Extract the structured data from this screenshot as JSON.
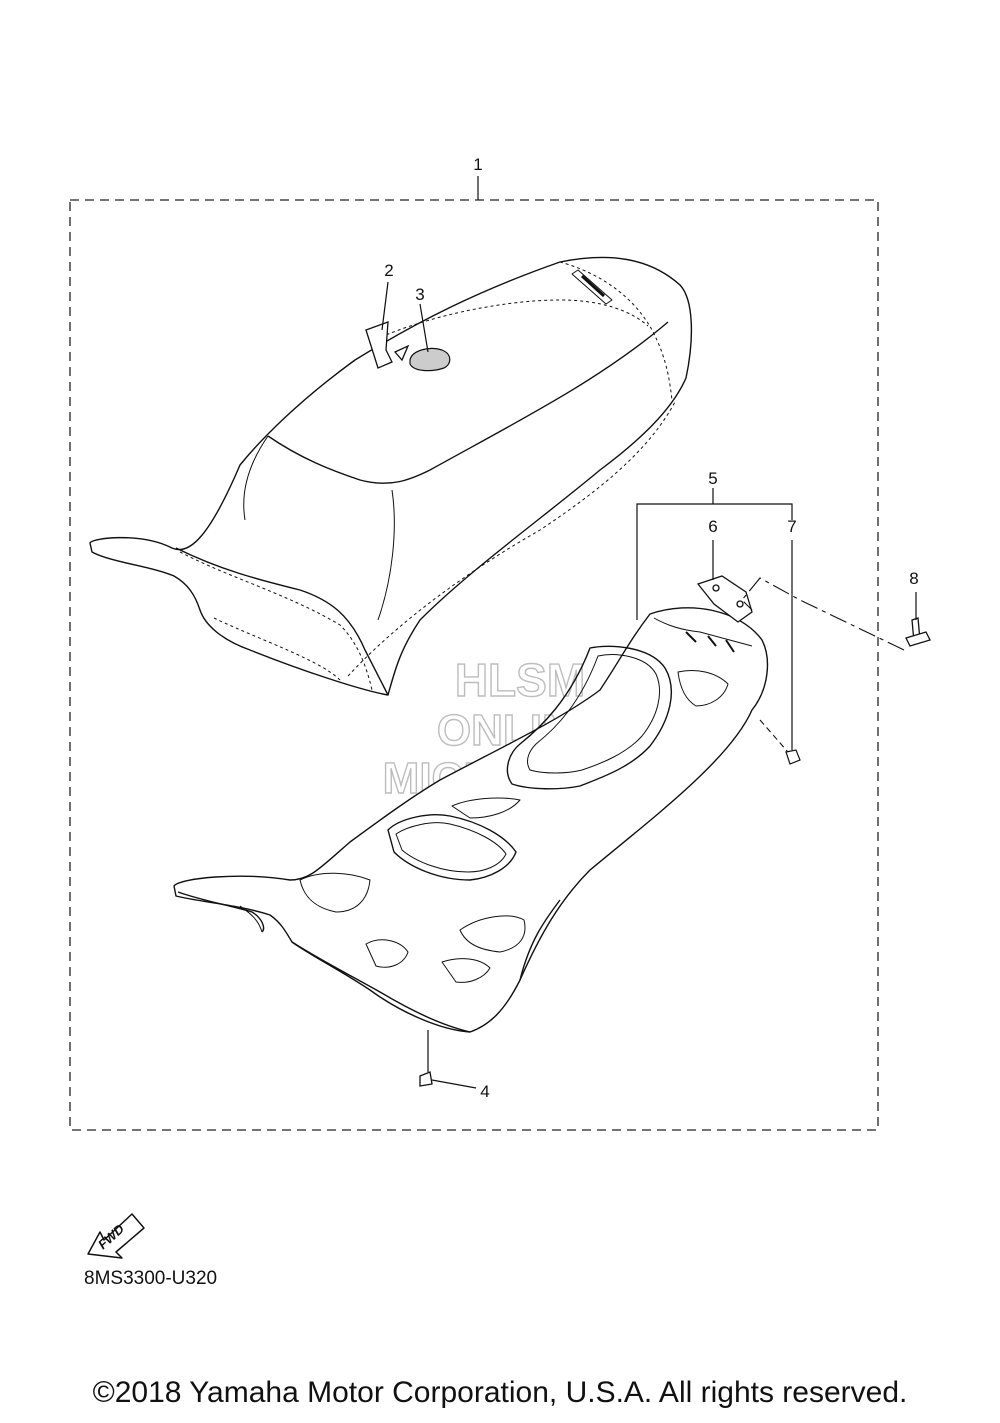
{
  "callouts": [
    {
      "number": "1"
    },
    {
      "number": "2"
    },
    {
      "number": "3"
    },
    {
      "number": "4"
    },
    {
      "number": "5"
    },
    {
      "number": "6"
    },
    {
      "number": "7"
    },
    {
      "number": "8"
    }
  ],
  "watermark": {
    "line1": "HLSM",
    "line2": "ONLINE",
    "line3": "MICROFICHE"
  },
  "fwd_label": "FWD",
  "diagram_code": "8MS3300-U320",
  "copyright": "©2018 Yamaha Motor Corporation, U.S.A. All rights reserved."
}
